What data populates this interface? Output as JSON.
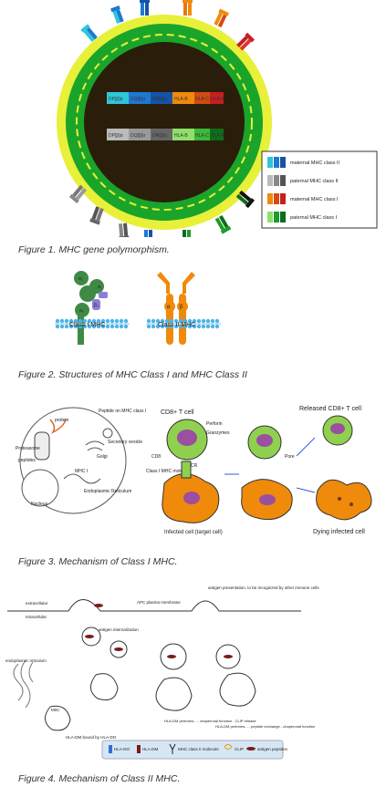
{
  "figure1": {
    "caption": "Figure 1. MHC gene polymorphism.",
    "upper_genes": [
      "DP[β]α",
      "DQ[β]α",
      "DR[β]α",
      "HLA-B",
      "HLA-C",
      "HLA-A"
    ],
    "lower_genes": [
      "DP[β]α",
      "DQ[β]α",
      "DR[β]α",
      "HLA-B",
      "HLA-C",
      "HLA-A"
    ],
    "legend": [
      {
        "label": "maternal MHC class II",
        "color": "#1f78d1"
      },
      {
        "label": "paternal MHC class II",
        "color": "#777777"
      },
      {
        "label": "maternal MHC class I",
        "color": "#f08a0b"
      },
      {
        "label": "paternal MHC class I",
        "color": "#1e9b2c"
      }
    ]
  },
  "figure2": {
    "caption": "Figure 2. Structures of MHC Class I and MHC Class II",
    "class1_label": "Class I MHC",
    "class2_label": "Class II MHC",
    "a3": "α₃",
    "a2": "α₂",
    "a1": "α₁",
    "b2": "β₂",
    "alpha": "α",
    "beta": "β"
  },
  "figure3": {
    "caption": "Figure 3. Mechanism of Class I MHC.",
    "protein": "protein",
    "proteasome": "Proteasome",
    "peptides": "peptides",
    "nucleus": "Nucleus",
    "er": "Endoplasmic Reticulum",
    "golgi": "Golgi",
    "secretory": "Secretory vesicle",
    "peptide_on_mhc": "Peptide on MHC class I",
    "mhc_i": "MHC I",
    "cd8_t_cell": "CD8+ T cell",
    "perforin": "Perforin",
    "granzymes": "Granzymes",
    "cd8": "CD8",
    "tcr": "TCR",
    "class1_mhc_molecule": "Class I MHC molecule",
    "infected_cell": "Infected cell (target cell)",
    "pore": "Pore",
    "released": "Released CD8+ T cell",
    "dying": "Dying infected cell"
  },
  "figure4": {
    "caption": "Figure 4. Mechanism of Class II MHC.",
    "extracellular": "extracellular",
    "intracellular": "intracellular",
    "apc_membrane": "APC plasma membrane",
    "antigen_presentation": "antigen presentation, to be recognized by other immune cells",
    "internalization": "antigen internalization",
    "er": "endoplasmic reticulum",
    "miic": "MIIC",
    "hla_dm_bound": "HLA-DM bound by HLA-DO",
    "dm1": "HLA-DM performs... - chaperonal function - CLIP release",
    "dm2": "HLA-DM performs... - peptide exchange - chaperonal function",
    "legend": [
      "HLA-DO",
      "HLA-DM",
      "MHC class II molecule",
      "CLIP",
      "antigen peptides"
    ]
  }
}
